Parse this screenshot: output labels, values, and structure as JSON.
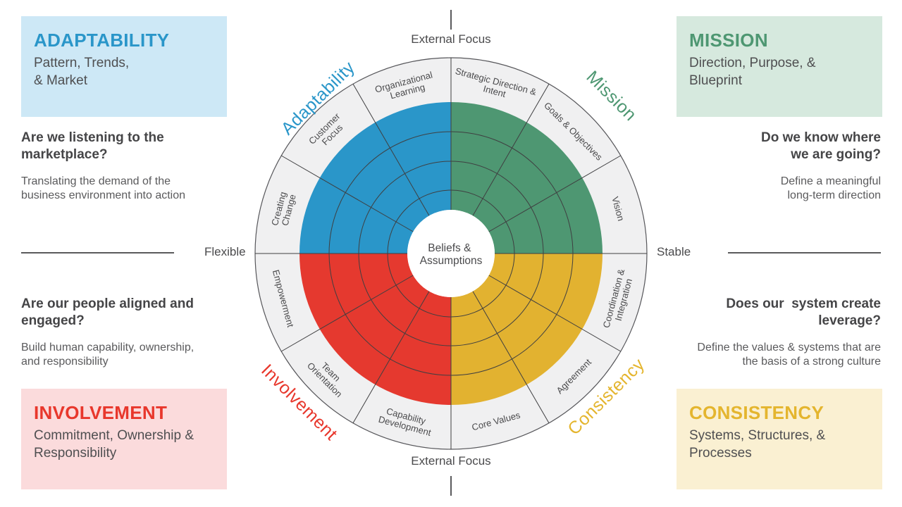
{
  "cards": {
    "adaptability": {
      "title": "ADAPTABILITY",
      "subtitle": "Pattern, Trends,\n& Market",
      "accent": "#2a96c9",
      "bg": "#cde8f6",
      "question": "Are we listening to the\nmarketplace?",
      "description": "Translating the demand of the\nbusiness environment into action"
    },
    "mission": {
      "title": "MISSION",
      "subtitle": "Direction, Purpose, &\nBlueprint",
      "accent": "#4e9772",
      "bg": "#d6e9de",
      "question": "Do we know where\nwe are going?",
      "description": "Define a meaningful\nlong-term direction"
    },
    "involvement": {
      "title": "INVOLVEMENT",
      "subtitle": "Commitment, Ownership &\nResponsibility",
      "accent": "#e8372c",
      "bg": "#fbdbdc",
      "question": "Are our people aligned and\nengaged?",
      "description": "Build human capability, ownership,\nand responsibility"
    },
    "consistency": {
      "title": "CONSISTENCY",
      "subtitle": "Systems, Structures, &\nProcesses",
      "accent": "#e4b52e",
      "bg": "#faf0d2",
      "question": "Does our  system create\nleverage?",
      "description": "Define the values & systems that are\nthe basis of a strong culture"
    }
  },
  "axes": {
    "top": "External Focus",
    "bottom": "External Focus",
    "left": "Flexible",
    "right": "Stable"
  },
  "wheel": {
    "center_lines": [
      "Beliefs &",
      "Assumptions"
    ],
    "colors": {
      "adaptability": "#2a96c9",
      "mission": "#4e9772",
      "involvement": "#e5392f",
      "consistency": "#e2b230",
      "band": "#f0f0f1",
      "line": "#3f3f41",
      "outline": "#56565a"
    },
    "quadrant_labels": [
      {
        "label": "Adaptability",
        "color": "#2a96c9"
      },
      {
        "label": "Mission",
        "color": "#4e9772"
      },
      {
        "label": "Involvement",
        "color": "#e8372c"
      },
      {
        "label": "Consistency",
        "color": "#e4b52e"
      }
    ],
    "segments": [
      {
        "lines": [
          "Strategic Direction &",
          "Intent"
        ]
      },
      {
        "lines": [
          "Goals & Objectives"
        ]
      },
      {
        "lines": [
          "Vision"
        ]
      },
      {
        "lines": [
          "Coordination &",
          "Integration"
        ]
      },
      {
        "lines": [
          "Agreement"
        ]
      },
      {
        "lines": [
          "Core Values"
        ]
      },
      {
        "lines": [
          "Capability",
          "Development"
        ]
      },
      {
        "lines": [
          "Team",
          "Orientation"
        ]
      },
      {
        "lines": [
          "Empowerment"
        ]
      },
      {
        "lines": [
          "Creating",
          "Change"
        ]
      },
      {
        "lines": [
          "Customer",
          "Focus"
        ]
      },
      {
        "lines": [
          "Organizational",
          "Learning"
        ]
      }
    ]
  }
}
